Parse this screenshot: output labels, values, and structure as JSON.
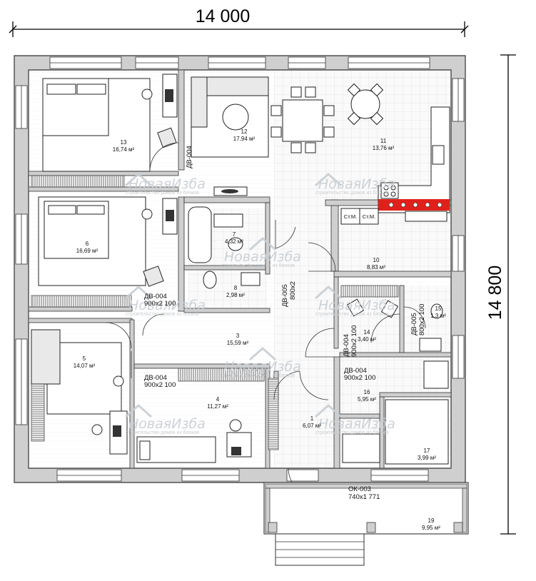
{
  "dimensions": {
    "width": "14 000",
    "height": "14 800"
  },
  "rooms": [
    {
      "num": "13",
      "area": "16,74 м²"
    },
    {
      "num": "12",
      "area": "17,94 м²"
    },
    {
      "num": "11",
      "area": "13,76 м²"
    },
    {
      "num": "6",
      "area": "16,69 м²"
    },
    {
      "num": "7",
      "area": "4,32 м²"
    },
    {
      "num": "8",
      "area": "2,98 м²"
    },
    {
      "num": "10",
      "area": "8,83 м²"
    },
    {
      "num": "5",
      "area": "14,07 м²"
    },
    {
      "num": "3",
      "area": "15,59 м²"
    },
    {
      "num": "14",
      "area": "3,40 м²"
    },
    {
      "num": "15",
      "area": "1,3 м²"
    },
    {
      "num": "4",
      "area": "11,27 м²"
    },
    {
      "num": "1",
      "area": "6,07 м²"
    },
    {
      "num": "16",
      "area": "5,95 м²"
    },
    {
      "num": "17",
      "area": "3,99 м²"
    },
    {
      "num": "19",
      "area": "9,95 м²"
    }
  ],
  "doors": {
    "dv004_vertical_top": "ДВ-004",
    "dv004_bedroom6_a": "ДВ-004",
    "dv004_bedroom6_b": "900x2 100",
    "dv005_bath_a": "ДВ-005",
    "dv005_bath_b": "800x2",
    "dv004_room14_a": "ДВ-004",
    "dv004_room14_b": "900x2 100",
    "dv005_room15_a": "ДВ-005",
    "dv005_room15_b": "800x2 100",
    "dv004_room5_a": "ДВ-004",
    "dv004_room5_b": "900x2 100",
    "dv004_room16_a": "ДВ-004",
    "dv004_room16_b": "900x2 100"
  },
  "window": {
    "code": "ОК-003",
    "size": "740x1 771"
  },
  "labels": {
    "cabinet_1": "Ст.М.",
    "cabinet_2": "Ст.М."
  },
  "watermark": {
    "title": "НоваяИзба",
    "subtitle": "строительство домов из блоков"
  },
  "colors": {
    "wall": "#cfcfcf",
    "stove_accent": "#e0211b",
    "watermark": "#c9ced3"
  }
}
